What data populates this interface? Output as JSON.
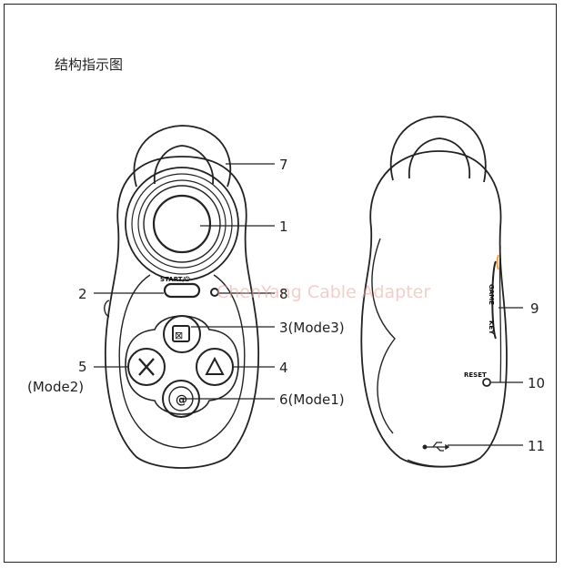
{
  "title": "结构指示图",
  "watermark": "ChenYang Cable Adapter",
  "button_marks": {
    "start": "START/⏻",
    "x": "X",
    "triangle": "△",
    "top": "⊠",
    "bottom": "@",
    "reset": "RESET",
    "game": "GAME",
    "key": "KEY"
  },
  "callouts": {
    "c1": "1",
    "c2": "2",
    "c3": "3(Mode3)",
    "c4": "4",
    "c5": "5",
    "c5_mode": "(Mode2)",
    "c6": "6(Mode1)",
    "c7": "7",
    "c8": "8",
    "c9": "9",
    "c10": "10",
    "c11": "11"
  },
  "colors": {
    "line": "#222222",
    "watermark": "#e9a59a",
    "accent": "#f1a33a"
  }
}
